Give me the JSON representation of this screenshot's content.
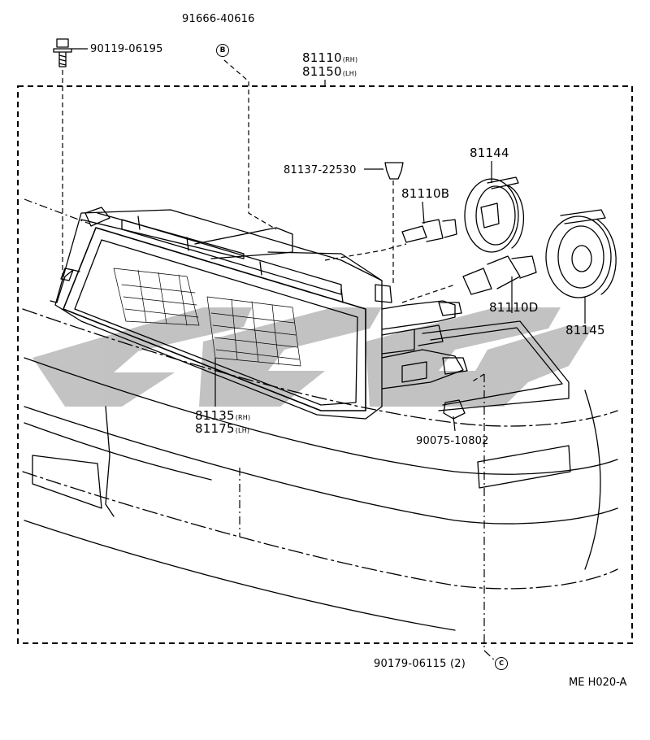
{
  "parts": {
    "p1": "91666-40616",
    "p2": "90119-06195",
    "p3_rh": "81110",
    "p3_lh": "81150",
    "p4": "81137-22530",
    "p5": "81144",
    "p6": "81110B",
    "p7": "81110D",
    "p8": "81145",
    "p9_rh": "81135",
    "p9_lh": "81175",
    "p10": "90075-10802",
    "p11": "90179-06115",
    "p11_qty": "(2)"
  },
  "suffix": {
    "rh": "(RH)",
    "lh": "(LH)"
  },
  "markers": {
    "b": "B",
    "c": "C"
  },
  "diagram_code": "ME H020-A",
  "colors": {
    "line": "#000000",
    "watermark": "#b9b9b9"
  }
}
